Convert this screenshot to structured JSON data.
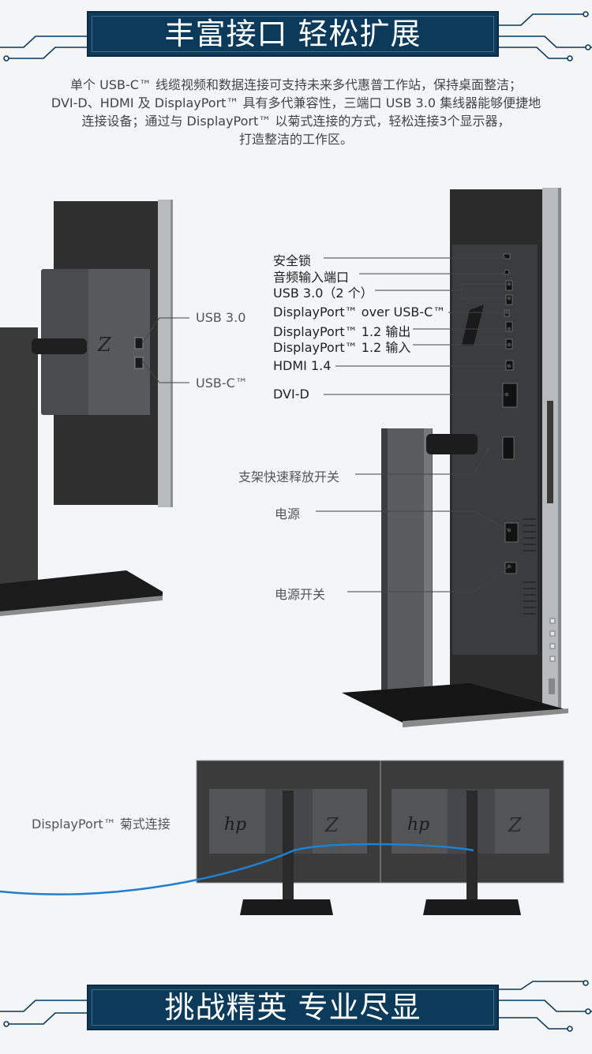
{
  "header": {
    "title": "丰富接口 轻松扩展"
  },
  "intro": {
    "lines": [
      "单个 USB-C™ 线缆视频和数据连接可支持未来多代惠普工作站，保持桌面整洁；",
      "DVI-D、HDMI 及 DisplayPort™ 具有多代兼容性，三端口 USB 3.0 集线器能够便捷地",
      "连接设备；通过与 DisplayPort™ 以菊式连接的方式，轻松连接3个显示器，",
      "打造整洁的工作区。"
    ]
  },
  "side_ports": {
    "usb3": "USB 3.0",
    "usbc": "USB-C™"
  },
  "rear_ports": [
    "安全锁",
    "音频输入端口",
    "USB 3.0（2 个）",
    "DisplayPort™ over USB-C™",
    "DisplayPort™ 1.2 输出",
    "DisplayPort™ 1.2 输入",
    "HDMI 1.4",
    "DVI-D"
  ],
  "stand_release": "支架快速释放开关",
  "power": "电源",
  "power_switch": "电源开关",
  "daisy_chain": "DisplayPort™ 菊式连接",
  "footer": {
    "title": "挑战精英 专业尽显"
  },
  "colors": {
    "banner": "#0b3a5a",
    "cable": "#1f7fd0"
  }
}
